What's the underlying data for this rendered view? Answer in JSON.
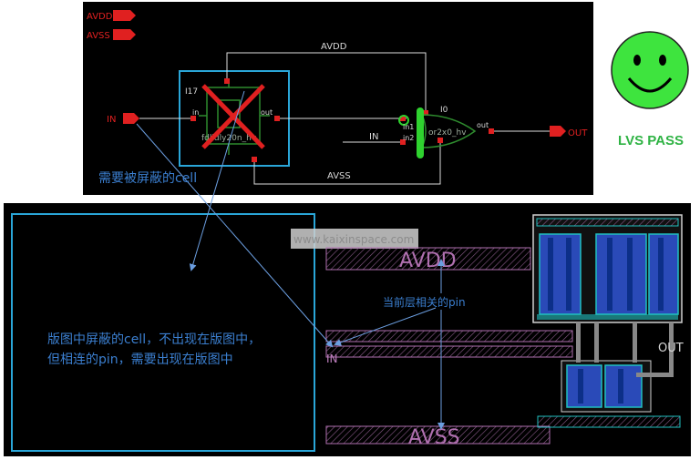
{
  "schematic": {
    "pins": {
      "avdd": "AVDD",
      "avss": "AVSS",
      "in": "IN",
      "out": "OUT"
    },
    "nets": {
      "avdd": "AVDD",
      "avss": "AVSS",
      "in": "IN"
    },
    "cell_masked": {
      "instance": "I17",
      "name": "fdlldly20n_hv",
      "pin_in": "in",
      "pin_out": "out"
    },
    "cell_or": {
      "instance": "I0",
      "name": "or2x0_hv",
      "pin_in1": "in1",
      "pin_in2": "in2",
      "pin_out": "out"
    }
  },
  "annotations": {
    "masked_cell": "需要被屏蔽的cell",
    "layout_note_line1": "版图中屏蔽的cell，不出现在版图中，",
    "layout_note_line2": "但相连的pin，需要出现在版图中",
    "related_pins": "当前层相关的pin"
  },
  "layout": {
    "watermark": "www.kaixinspace.com",
    "labels": {
      "avdd": "AVDD",
      "avss": "AVSS",
      "in": "IN",
      "out": "OUT"
    }
  },
  "status": {
    "lvs": "LVS PASS"
  },
  "colors": {
    "accent_blue": "#3b7fd0",
    "lvs_green": "#2fb344",
    "pin_red": "#e02020",
    "face_green": "#3ee43e"
  }
}
